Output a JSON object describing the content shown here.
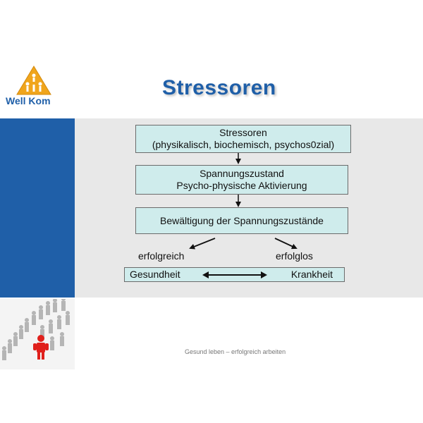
{
  "logo": {
    "text": "Well Kom",
    "icon": "warning-triangle-people-icon"
  },
  "title": "Stressoren",
  "colors": {
    "brand_blue": "#1f5fa8",
    "box_fill": "#cfecec",
    "band_grey": "#e8e8e8",
    "logo_orange": "#f0a51c"
  },
  "flow": {
    "box1": {
      "line1": "Stressoren",
      "line2": "(physikalisch, biochemisch, psychos0zial)"
    },
    "box2": {
      "line1": "Spannungszustand",
      "line2": "Psycho-physische Aktivierung"
    },
    "box3": {
      "line1": "Bewältigung der Spannungszustände"
    },
    "branch_left": "erfolgreich",
    "branch_right": "erfolglos",
    "outcome_left": "Gesundheit",
    "outcome_right": "Krankheit"
  },
  "image": {
    "icon": "crowd-with-red-figure-icon"
  },
  "footer": "Gesund leben – erfolgreich arbeiten"
}
